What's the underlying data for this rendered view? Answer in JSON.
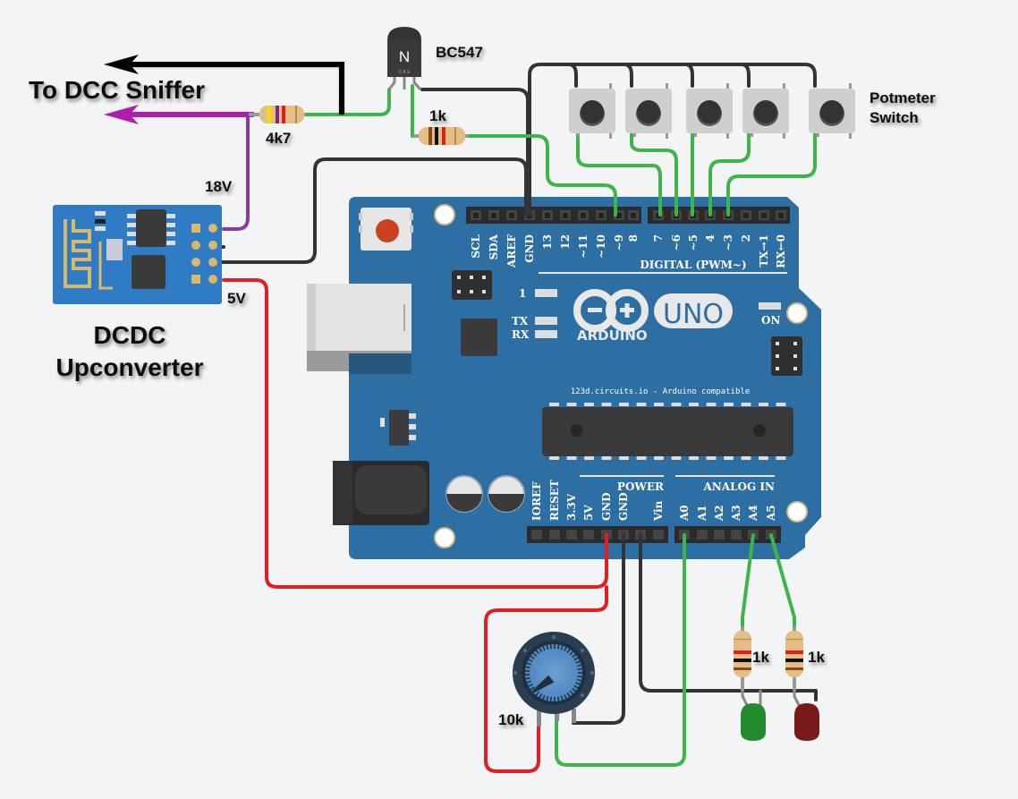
{
  "labels": {
    "dcc_sniffer": "To DCC Sniffer",
    "transistor_model": "BC547",
    "transistor_type": "N",
    "transistor_pins": "C B E",
    "resistor_4k7": "4k7",
    "resistor_1k_base": "1k",
    "voltage_18v": "18V",
    "voltage_5v": "5V",
    "dcdc_line1": "DCDC",
    "dcdc_line2": "Upconverter",
    "potmeter_switch_line1": "Potmeter",
    "potmeter_switch_line2": "Switch",
    "pot_value": "10k",
    "led_resistor_1": "1k",
    "led_resistor_2": "1k"
  },
  "arduino": {
    "digital_pins": [
      "SCL",
      "SDA",
      "AREF",
      "GND",
      "13",
      "12",
      "~11",
      "~10",
      "~9",
      "8",
      "7",
      "~6",
      "~5",
      "4",
      "~3",
      "2",
      "TX→1",
      "RX←0"
    ],
    "digital_label": "DIGITAL (PWM~)",
    "power_pins": [
      "IOREF",
      "RESET",
      "3.3V",
      "5V",
      "GND",
      "GND",
      "Vin"
    ],
    "power_label": "POWER",
    "analog_pins": [
      "A0",
      "A1",
      "A2",
      "A3",
      "A4",
      "A5"
    ],
    "analog_label": "ANALOG IN",
    "led_l": "1",
    "led_tx": "TX",
    "led_rx": "RX",
    "led_on": "ON",
    "brand": "ARDUINO",
    "model": "UNO",
    "footer": "123d.circuits.io - Arduino compatible"
  },
  "colors": {
    "board": "#2e6fa3",
    "wire_green": "#3db54a",
    "wire_black": "#333333",
    "wire_red": "#e02020",
    "wire_purple": "#8a3aa0",
    "arrow_magenta": "#b01cb0",
    "arrow_black": "#000000"
  }
}
